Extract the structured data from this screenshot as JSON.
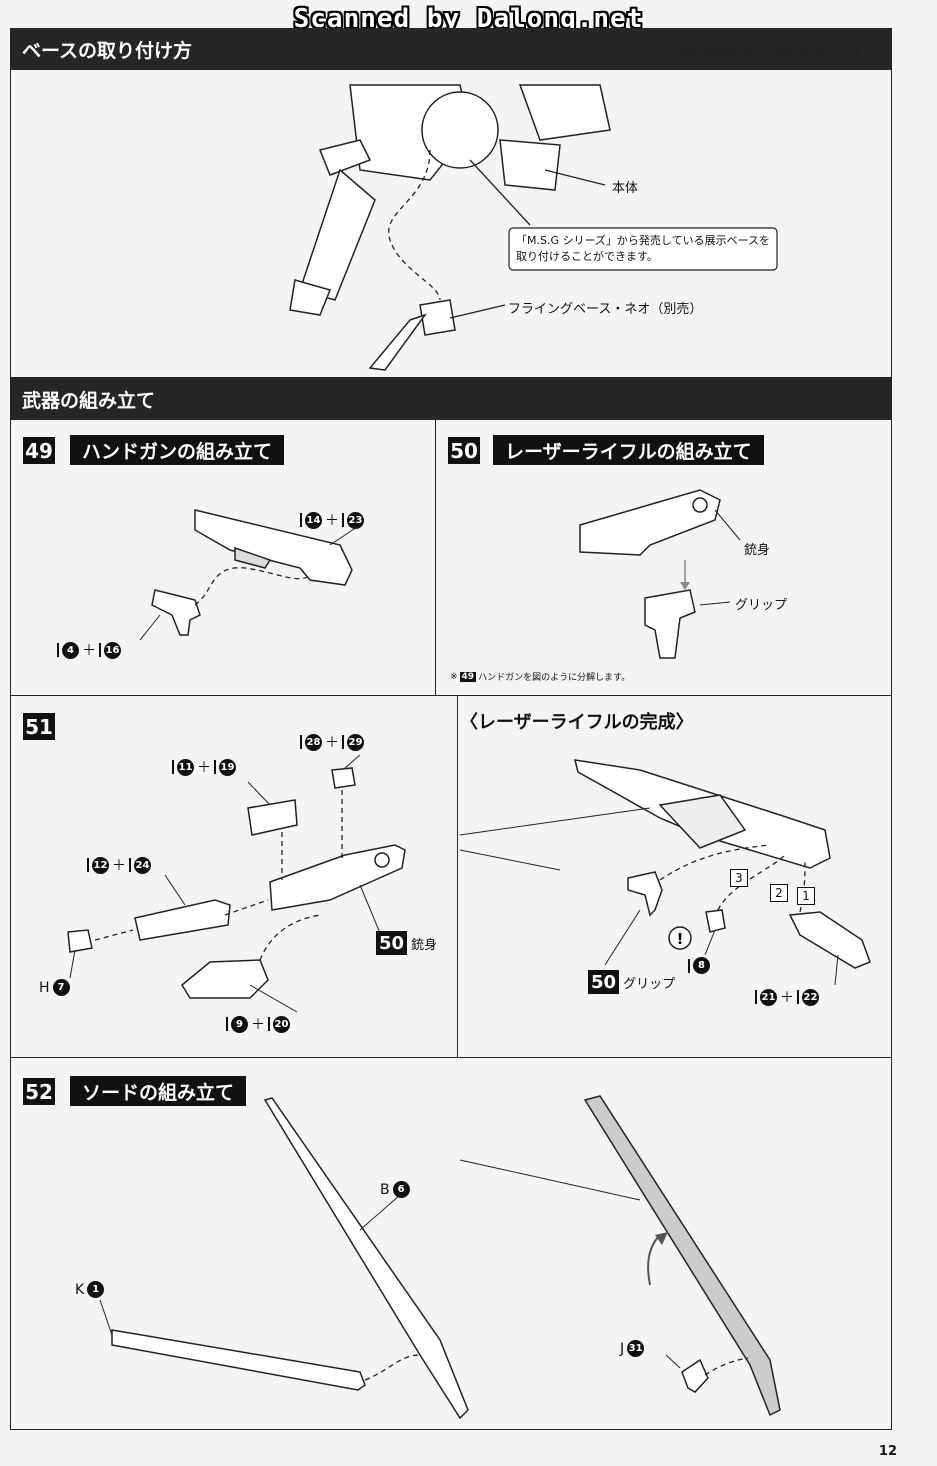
{
  "watermark": "Scanned by Dalong.net",
  "base_section": {
    "title": "ベースの取り付け方",
    "note": "※図では説明のために、左脚を取り外しています。",
    "label_body": "本体",
    "callout": "「M.S.G シリーズ」から発売している展示ベースを取り付けることができます。",
    "label_base": "フライングベース・ネオ（別売）"
  },
  "weapons_section": {
    "title": "武器の組み立て"
  },
  "step49": {
    "number": "49",
    "title": "ハンドガンの組み立て",
    "parts_a": [
      "14",
      "23"
    ],
    "parts_b": [
      "4",
      "16"
    ]
  },
  "step50": {
    "number": "50",
    "title": "レーザーライフルの組み立て",
    "label_barrel": "銃身",
    "label_grip": "グリップ",
    "note_ref": "49",
    "note": "ハンドガンを図のように分解します。"
  },
  "step51": {
    "number": "51",
    "parts_top": [
      "28",
      "29"
    ],
    "parts_upper": [
      "11",
      "19"
    ],
    "parts_mid": [
      "12",
      "24"
    ],
    "part_h": {
      "letter": "H",
      "num": "7"
    },
    "parts_bottom": [
      "9",
      "20"
    ],
    "ref_barrel": {
      "num": "50",
      "label": "銃身"
    }
  },
  "rifle_complete": {
    "title": "〈レーザーライフルの完成〉",
    "seq": [
      "3",
      "2",
      "1"
    ],
    "part_8": "8",
    "ref_grip": {
      "num": "50",
      "label": "グリップ"
    },
    "parts": [
      "21",
      "22"
    ]
  },
  "step52": {
    "number": "52",
    "title": "ソードの組み立て",
    "part_b": {
      "letter": "B",
      "num": "6"
    },
    "part_k": {
      "letter": "K",
      "num": "1"
    },
    "part_j": {
      "letter": "J",
      "num": "31"
    }
  },
  "page_number": "12"
}
